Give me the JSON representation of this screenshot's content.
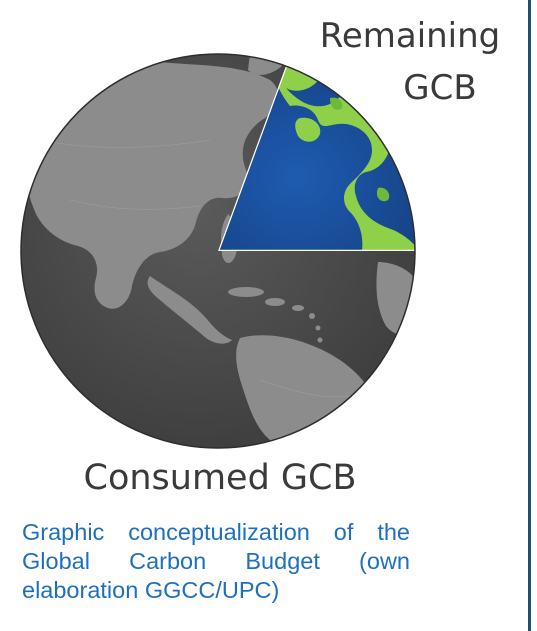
{
  "labels": {
    "remaining_line1": "Remaining",
    "remaining_line2": "GCB",
    "consumed": "Consumed GCB"
  },
  "caption": "Graphic conceptualization of the Global Carbon Budget (own elaboration GGCC/UPC)",
  "colors": {
    "globe_land_consumed": "#8c8c8c",
    "globe_ocean_consumed": "#4b4b4b",
    "remaining_ocean": "#1b4f9a",
    "remaining_land": "#8fd04a",
    "caption_text": "#1f6fbf",
    "label_text": "#3a3a3a",
    "frame_rule": "#1f4e79"
  },
  "icons": {
    "globe": "earth-globe-icon"
  }
}
